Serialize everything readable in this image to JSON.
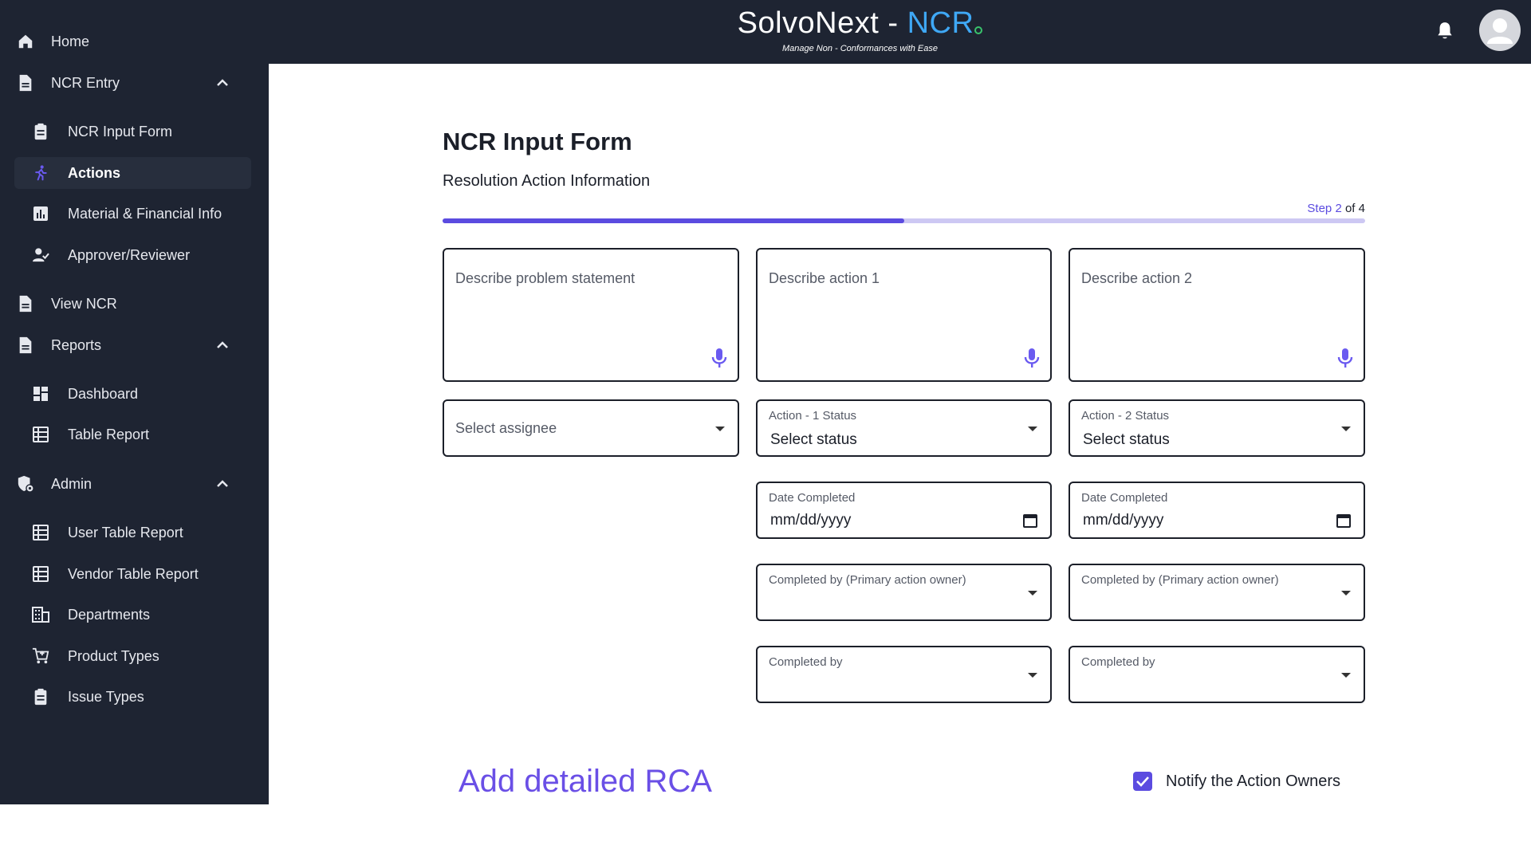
{
  "header": {
    "brand_main": "SolvoNext - ",
    "brand_accent": "NCR",
    "tagline": "Manage Non - Conformances with Ease",
    "notifications_icon": "bell-icon",
    "avatar_icon": "user-avatar-icon"
  },
  "sidebar": {
    "items": [
      {
        "label": "Home",
        "icon": "home-icon"
      },
      {
        "label": "NCR Entry",
        "icon": "document-icon",
        "expanded": true
      },
      {
        "label": "NCR Input Form",
        "icon": "clipboard-icon"
      },
      {
        "label": "Actions",
        "icon": "running-person-icon",
        "active": true
      },
      {
        "label": "Material & Financial Info",
        "icon": "bar-chart-icon"
      },
      {
        "label": "Approver/Reviewer",
        "icon": "user-check-icon"
      },
      {
        "label": "View NCR",
        "icon": "document-icon"
      },
      {
        "label": "Reports",
        "icon": "document-icon",
        "expanded": true
      },
      {
        "label": "Dashboard",
        "icon": "dashboard-icon"
      },
      {
        "label": "Table Report",
        "icon": "table-icon"
      },
      {
        "label": "Admin",
        "icon": "admin-shield-icon",
        "expanded": true
      },
      {
        "label": "User Table Report",
        "icon": "table-icon"
      },
      {
        "label": "Vendor Table Report",
        "icon": "table-icon"
      },
      {
        "label": "Departments",
        "icon": "building-icon"
      },
      {
        "label": "Product Types",
        "icon": "cart-icon"
      },
      {
        "label": "Issue Types",
        "icon": "clipboard-icon"
      }
    ]
  },
  "main": {
    "title": "NCR Input Form",
    "subtitle": "Resolution Action Information",
    "step_word": "Step",
    "step_current": "2",
    "step_of": "of",
    "step_total": "4",
    "progress_fraction": 0.5,
    "accent_color": "#5b4be0",
    "problem_placeholder": "Describe problem statement",
    "action1_placeholder": "Describe action 1",
    "action2_placeholder": "Describe action 2",
    "assignee_placeholder": "Select assignee",
    "action1_status_label": "Action - 1 Status",
    "action2_status_label": "Action - 2 Status",
    "status_value": "Select status",
    "date_completed_label": "Date Completed",
    "date_placeholder": "mm/dd/yyyy",
    "primary_owner_label": "Completed by (Primary action owner)",
    "completed_by_label": "Completed by",
    "rca_link": "Add detailed RCA",
    "notify_label": "Notify the Action Owners",
    "notify_checked": true
  }
}
